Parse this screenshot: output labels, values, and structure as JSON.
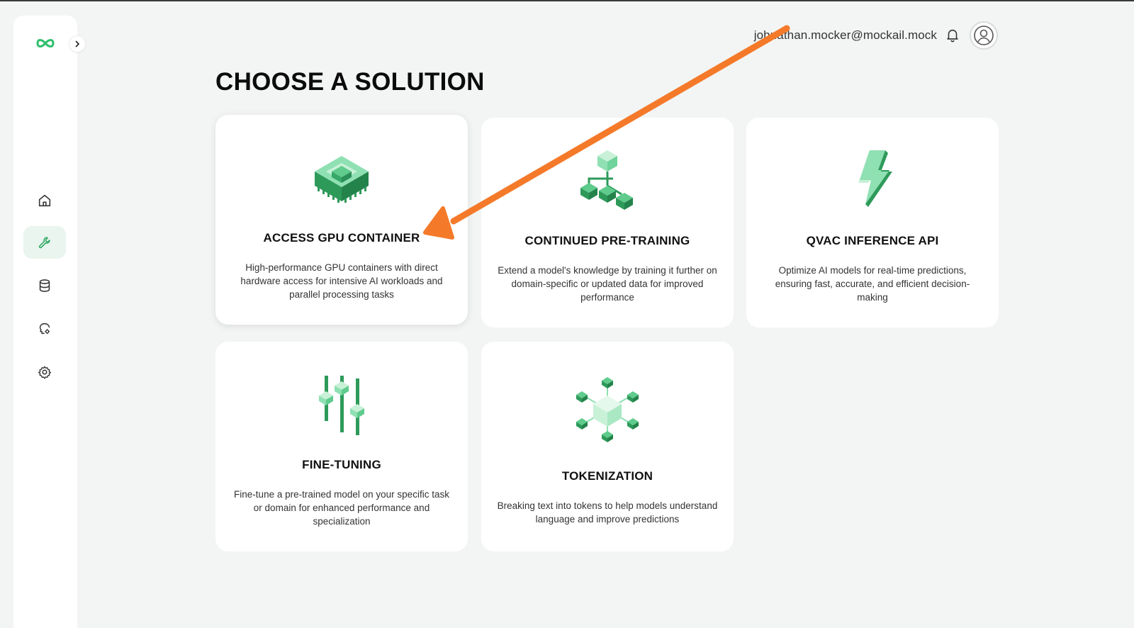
{
  "app": {
    "logo": "infinity-logo-icon",
    "accent": "#2fbf6c"
  },
  "sidebar": {
    "collapse_icon": "chevron-right-icon",
    "items": [
      {
        "name": "home",
        "icon": "home-icon",
        "active": false
      },
      {
        "name": "tools",
        "icon": "wrench-icon",
        "active": true
      },
      {
        "name": "database",
        "icon": "database-icon",
        "active": false
      },
      {
        "name": "ai-models",
        "icon": "brain-gear-icon",
        "active": false
      },
      {
        "name": "settings",
        "icon": "gear-icon",
        "active": false
      }
    ]
  },
  "topbar": {
    "email": "johnathan.mocker@mockail.mock",
    "bell_icon": "bell-icon",
    "avatar_icon": "user-avatar-icon"
  },
  "page": {
    "title": "CHOOSE A SOLUTION"
  },
  "cards": [
    {
      "title": "ACCESS GPU CONTAINER",
      "description": "High-performance GPU containers with direct hardware access for intensive AI workloads and parallel processing tasks",
      "icon": "gpu-chip-icon"
    },
    {
      "title": "CONTINUED PRE-TRAINING",
      "description": "Extend a model's knowledge by training it further on domain-specific or updated data for improved performance",
      "icon": "hierarchy-nodes-icon"
    },
    {
      "title": "QVAC INFERENCE API",
      "description": "Optimize AI models for real-time predictions, ensuring fast, accurate, and efficient decision-making",
      "icon": "lightning-bolt-icon"
    },
    {
      "title": "FINE-TUNING",
      "description": "Fine-tune a pre-trained model on your specific task or domain for enhanced performance and specialization",
      "icon": "sliders-icon"
    },
    {
      "title": "TOKENIZATION",
      "description": "Breaking text into tokens to help models understand language and improve predictions",
      "icon": "token-cube-network-icon"
    }
  ],
  "annotation": {
    "color": "#f47a2a"
  }
}
